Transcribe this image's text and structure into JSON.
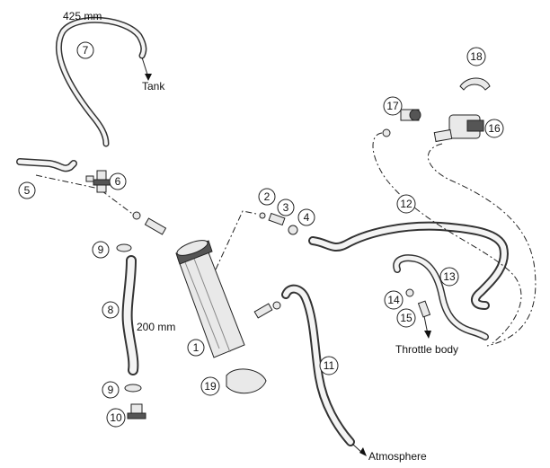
{
  "callouts": [
    "1",
    "2",
    "3",
    "4",
    "5",
    "6",
    "7",
    "8",
    "9",
    "9",
    "10",
    "11",
    "12",
    "13",
    "14",
    "15",
    "16",
    "17",
    "18",
    "19"
  ],
  "labels": {
    "hose_length_tank": "425 mm",
    "hose_length_lower": "200 mm",
    "tank": "Tank",
    "throttle_body": "Throttle body",
    "atmosphere": "Atmosphere"
  }
}
